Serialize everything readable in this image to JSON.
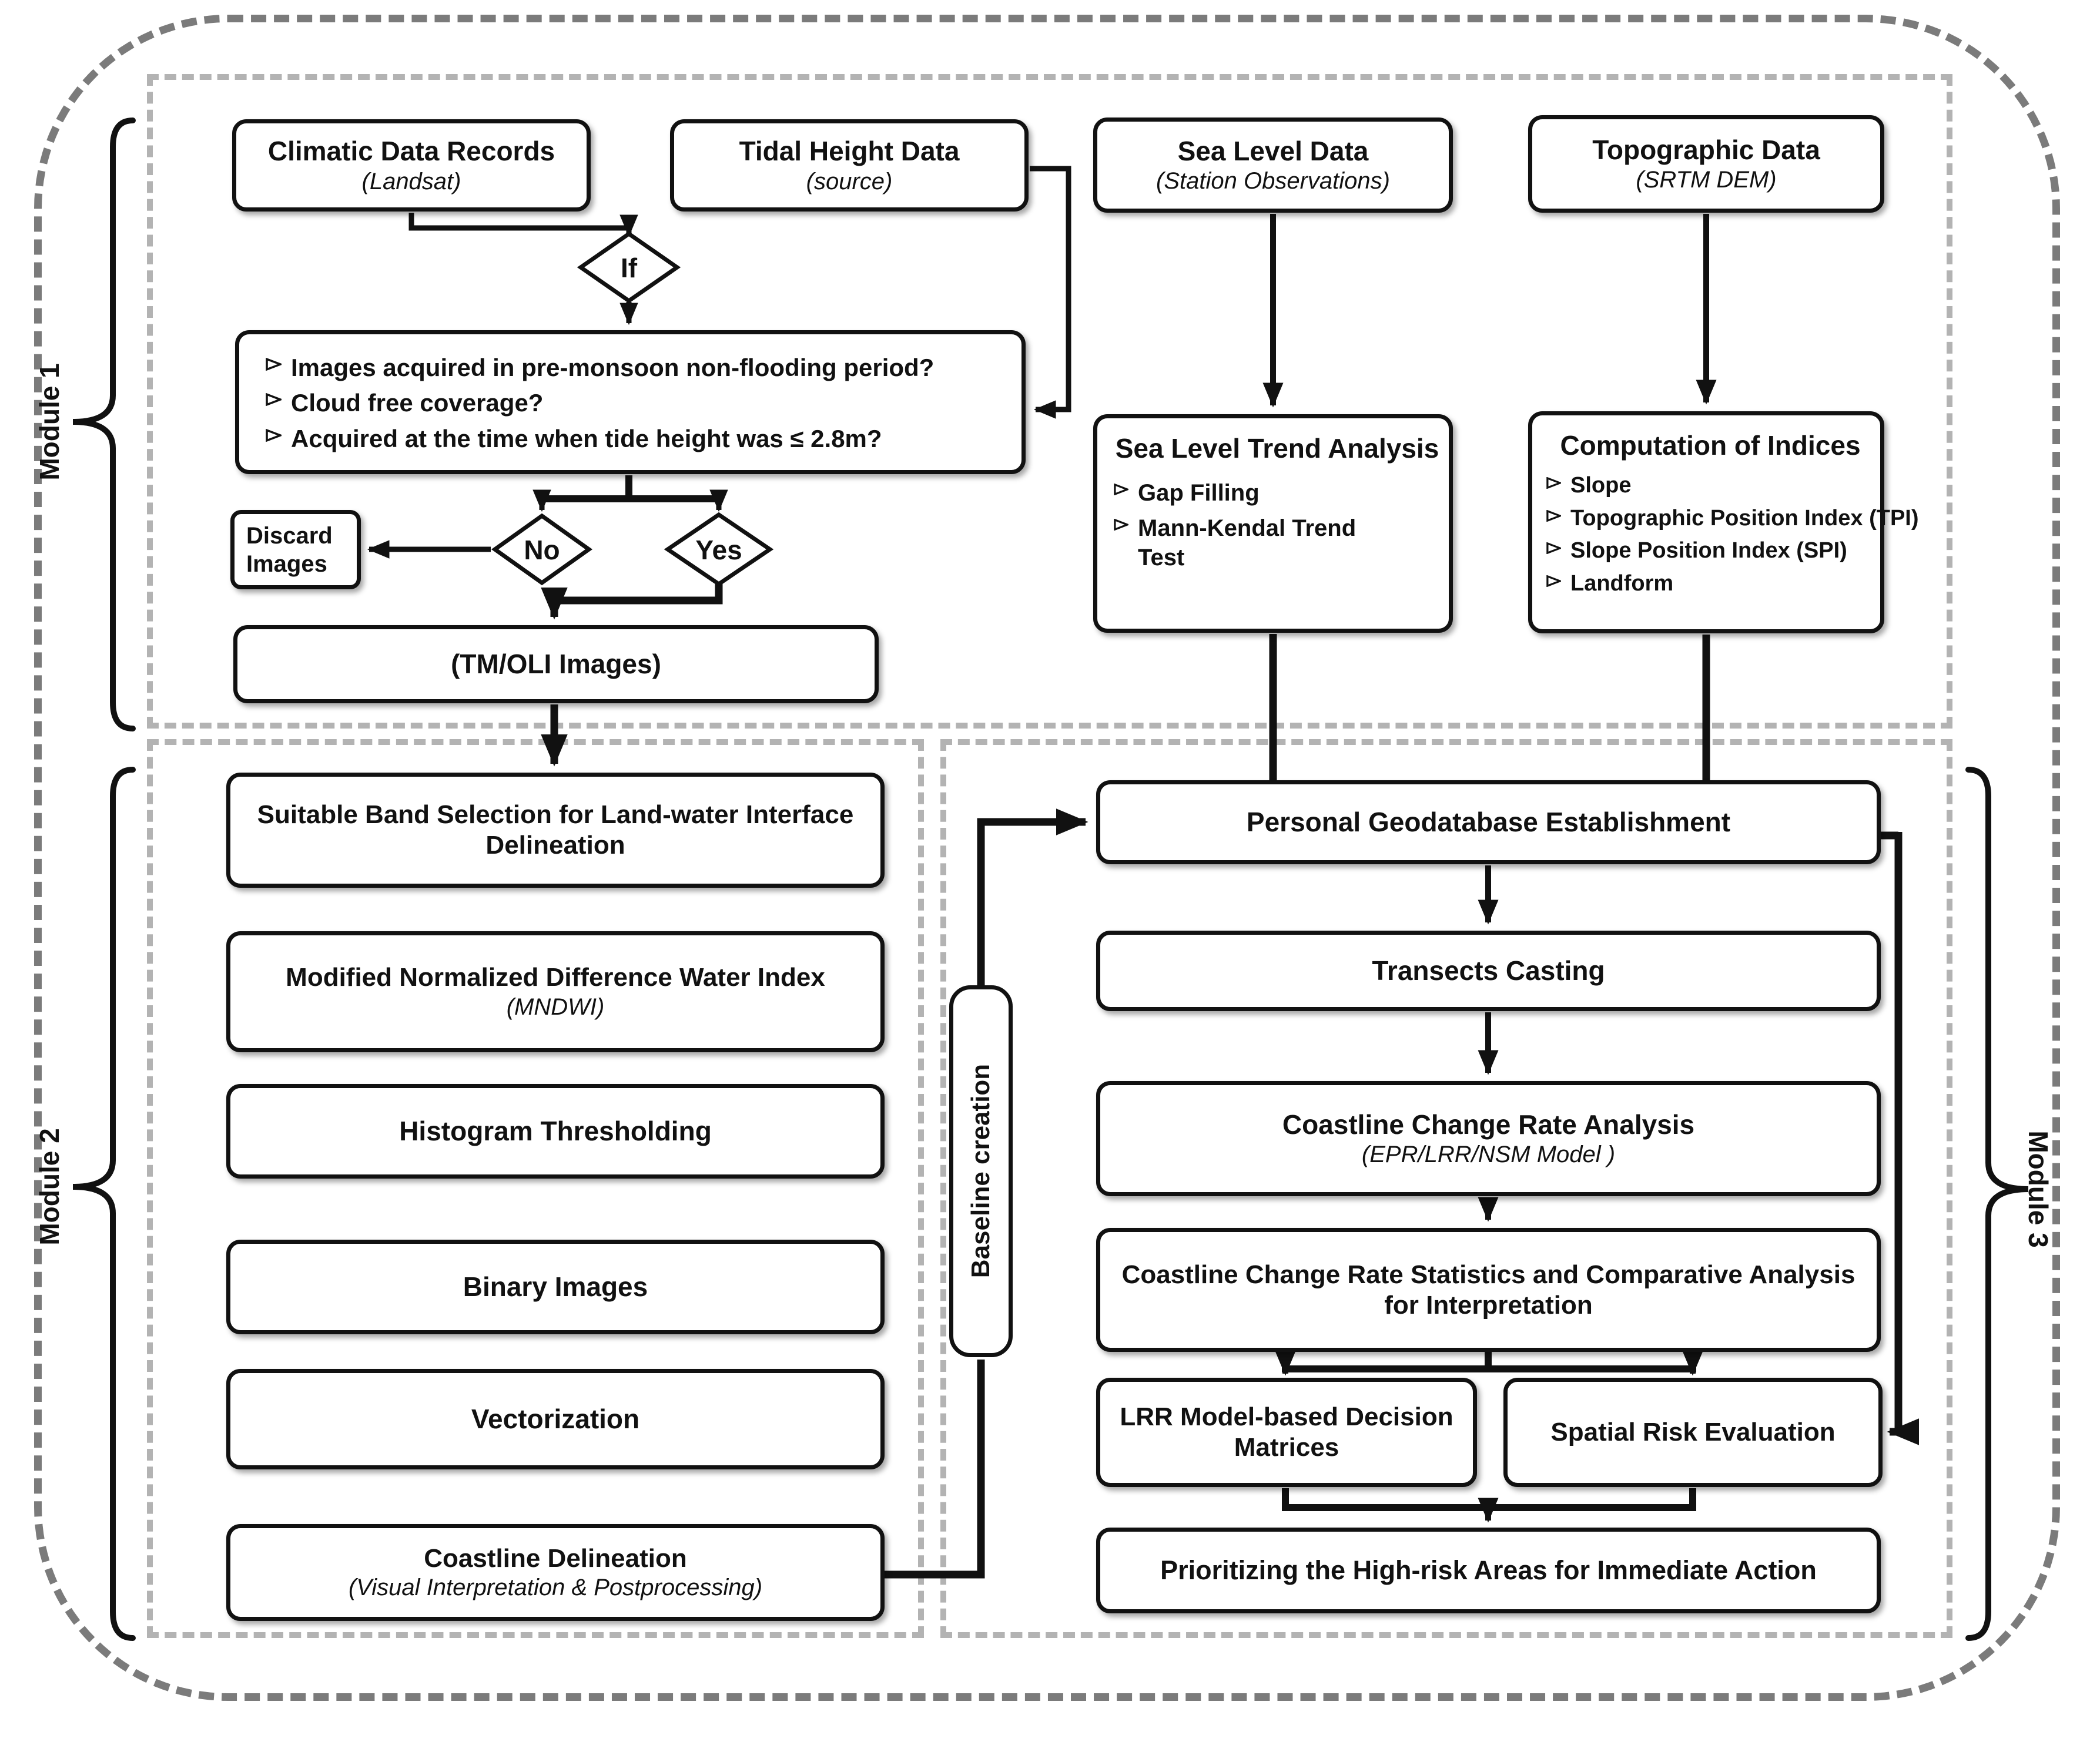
{
  "modules": {
    "m1": "Module 1",
    "m2": "Module 2",
    "m3": "Module 3"
  },
  "module1": {
    "climatic": {
      "title": "Climatic Data Records",
      "subtitle": "(Landsat)"
    },
    "tidal": {
      "title": "Tidal Height Data",
      "subtitle": "(source)"
    },
    "sea_level": {
      "title": "Sea Level Data",
      "subtitle": "(Station Observations)"
    },
    "topographic": {
      "title": "Topographic Data",
      "subtitle": "(SRTM DEM)"
    },
    "if_label": "If",
    "conditions": {
      "items": [
        "Images acquired in pre-monsoon non-flooding period?",
        "Cloud free coverage?",
        "Acquired at the time when tide height was ≤ 2.8m?"
      ]
    },
    "no_label": "No",
    "yes_label": "Yes",
    "discard": "Discard Images",
    "tm_oli": "(TM/OLI Images)",
    "sea_level_trend": {
      "title": "Sea Level Trend Analysis",
      "items": [
        "Gap Filling",
        "Mann-Kendal Trend Test"
      ]
    },
    "indices": {
      "title": "Computation of Indices",
      "items": [
        "Slope",
        "Topographic Position Index (TPI)",
        "Slope Position Index (SPI)",
        "Landform"
      ]
    }
  },
  "module2": {
    "band_selection": "Suitable Band Selection for Land-water Interface Delineation",
    "mndwi": {
      "title": "Modified Normalized Difference Water Index",
      "subtitle": "(MNDWI)"
    },
    "histogram": "Histogram Thresholding",
    "binary": "Binary Images",
    "vectorization": "Vectorization",
    "coastline": {
      "title": "Coastline Delineation",
      "subtitle": "(Visual Interpretation & Postprocessing)"
    }
  },
  "module3": {
    "baseline": "Baseline creation",
    "geodatabase": "Personal Geodatabase Establishment",
    "transects": "Transects Casting",
    "change_rate": {
      "title": "Coastline Change Rate Analysis",
      "subtitle": "(EPR/LRR/NSM Model )"
    },
    "statistics": "Coastline Change Rate Statistics and Comparative Analysis for Interpretation",
    "lrr": "LRR Model-based Decision Matrices",
    "spatial": "Spatial Risk Evaluation",
    "prioritize": "Prioritizing the High-risk Areas for Immediate Action"
  },
  "colors": {
    "line": "#111111",
    "box_bg": "#ffffff",
    "module_dash": "#b3b3b3",
    "outer_dash": "#7b7b7b"
  }
}
